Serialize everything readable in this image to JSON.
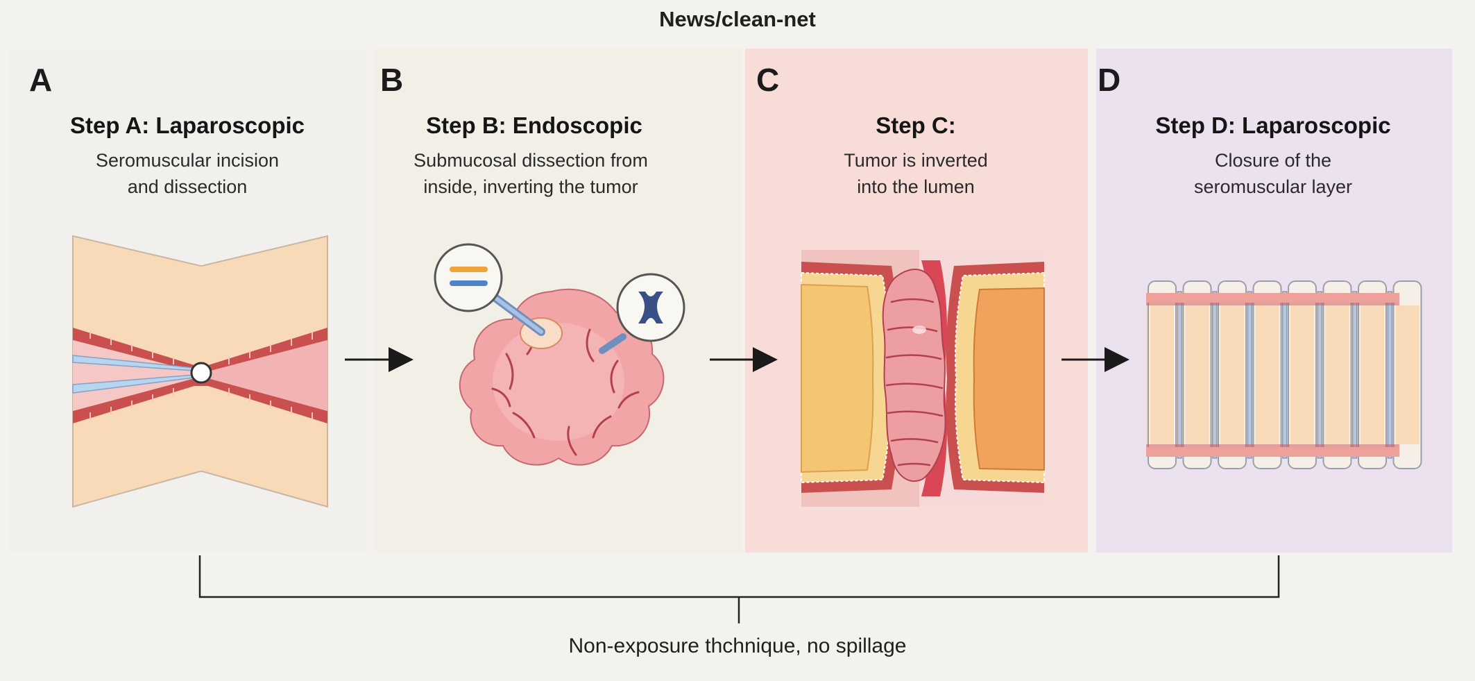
{
  "header": {
    "title": "News/clean-net"
  },
  "steps": [
    {
      "letter": "A",
      "title": "Step A: Laparoscopic",
      "desc_line1": "Seromuscular incision",
      "desc_line2": "and dissection"
    },
    {
      "letter": "B",
      "title": "Step B: Endoscopic",
      "desc_line1": "Submucosal dissection from",
      "desc_line2": "inside, inverting the tumor"
    },
    {
      "letter": "C",
      "title": "Step C:",
      "desc_line1": "Tumor is inverted",
      "desc_line2": "into the lumen"
    },
    {
      "letter": "D",
      "title": "Step D: Laparoscopic",
      "desc_line1": "Closure of the",
      "desc_line2": "seromuscular layer"
    }
  ],
  "footer": {
    "caption": "Non-exposure thchnique, no spillage"
  },
  "colors": {
    "tissue_fill": "#f8d9b8",
    "muscle_red": "#c9504f",
    "mucosa_pink": "#f2b3b5",
    "tumor_pink": "#ee9ea2",
    "tumor_line": "#b2404d",
    "fat_yellow": "#f7d692",
    "instrument_blue": "#4f83c8",
    "arrow": "#1a1a1a"
  }
}
